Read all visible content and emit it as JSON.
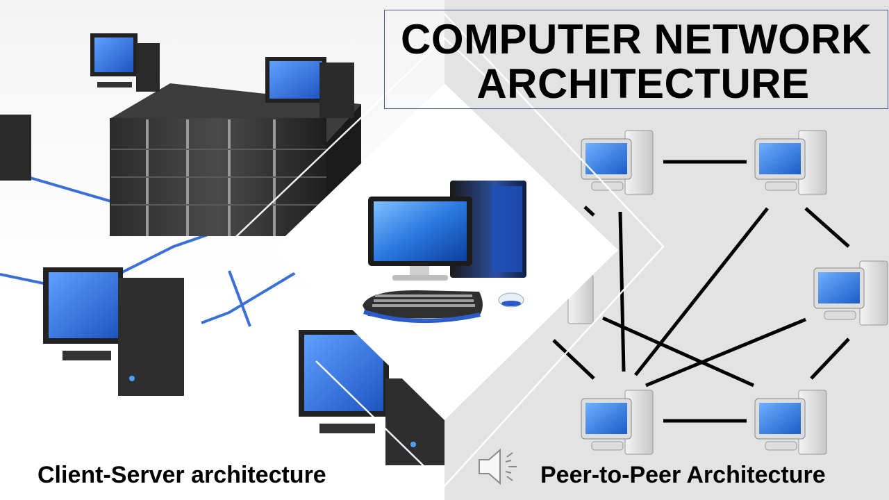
{
  "slide": {
    "title_line_1": "COMPUTER NETWORK",
    "title_line_2": "ARCHITECTURE",
    "caption_left": "Client-Server architecture",
    "caption_right": "Peer-to-Peer Architecture"
  },
  "icons": {
    "speaker": "speaker-icon",
    "server_rack": "server-rack-icon",
    "client_computer": "desktop-computer-icon",
    "central_computer": "desktop-computer-icon",
    "peer_node": "desktop-computer-icon"
  },
  "colors": {
    "screen_blue": "#2b6fd6",
    "cable_blue": "#3a6fd8",
    "right_panel_bg": "#e3e3e3",
    "title_border": "#3b5a88"
  }
}
